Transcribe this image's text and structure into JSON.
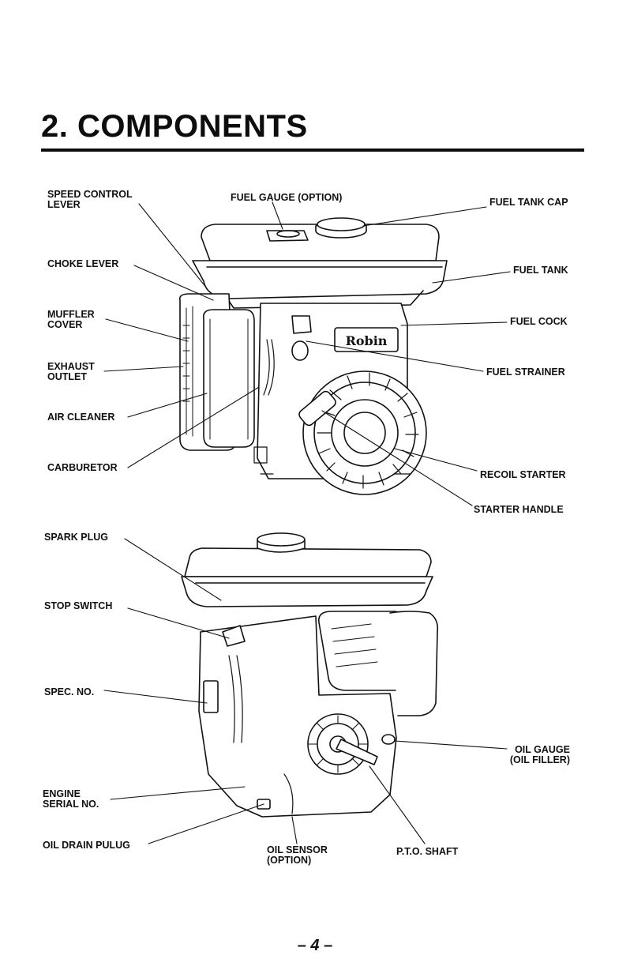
{
  "section": {
    "title": "2. COMPONENTS"
  },
  "top_labels": {
    "speed_control_lever": [
      "SPEED CONTROL",
      "LEVER"
    ],
    "fuel_gauge": "FUEL GAUGE (OPTION)",
    "fuel_tank_cap": "FUEL TANK CAP",
    "choke_lever": "CHOKE LEVER",
    "fuel_tank": "FUEL TANK",
    "muffler_cover": [
      "MUFFLER",
      "COVER"
    ],
    "fuel_cock": "FUEL COCK",
    "exhaust_outlet": [
      "EXHAUST",
      "OUTLET"
    ],
    "fuel_strainer": "FUEL STRAINER",
    "air_cleaner": "AIR CLEANER",
    "carburetor": "CARBURETOR",
    "recoil_starter": "RECOIL STARTER",
    "starter_handle": "STARTER HANDLE"
  },
  "bottom_labels": {
    "spark_plug": "SPARK PLUG",
    "stop_switch": "STOP SWITCH",
    "spec_no": "SPEC. NO.",
    "oil_gauge": [
      "OIL GAUGE",
      "(OIL FILLER)"
    ],
    "engine_serial_no": [
      "ENGINE",
      "SERIAL NO."
    ],
    "oil_drain_plug": "OIL DRAIN PULUG",
    "oil_sensor": [
      "OIL SENSOR",
      "(OPTION)"
    ],
    "pto_shaft": "P.T.O. SHAFT"
  },
  "brand_logo": "Robin",
  "footer": {
    "page_number": "– 4 –"
  },
  "icons": [
    "engine-front-view-illustration",
    "engine-rear-view-illustration"
  ]
}
